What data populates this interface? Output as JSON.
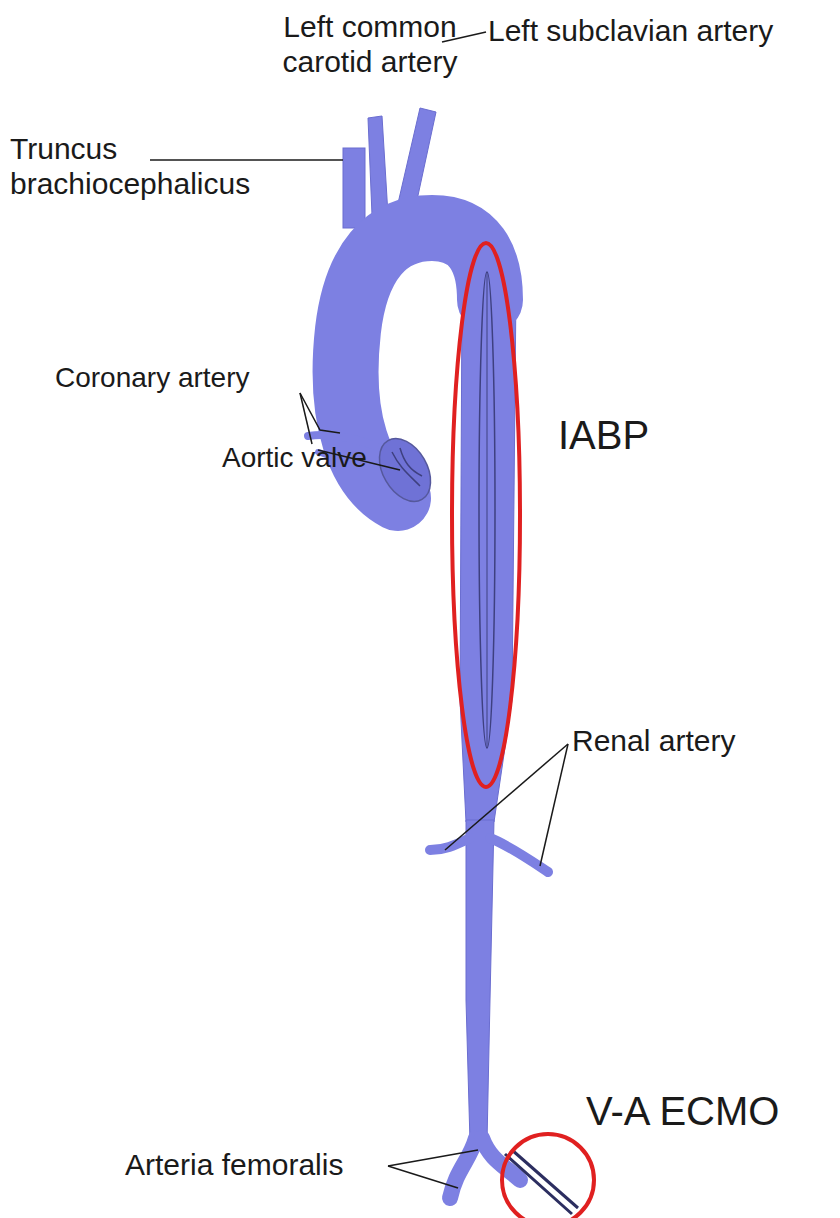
{
  "diagram": {
    "labels": [
      "Left common carotid artery",
      "Truncus brachiocephalicus",
      "Left subclavian artery",
      "Coronary artery",
      "Aortic valve",
      "IABP",
      "Renal artery",
      "V-A ECMO",
      "Arteria femoralis"
    ]
  }
}
